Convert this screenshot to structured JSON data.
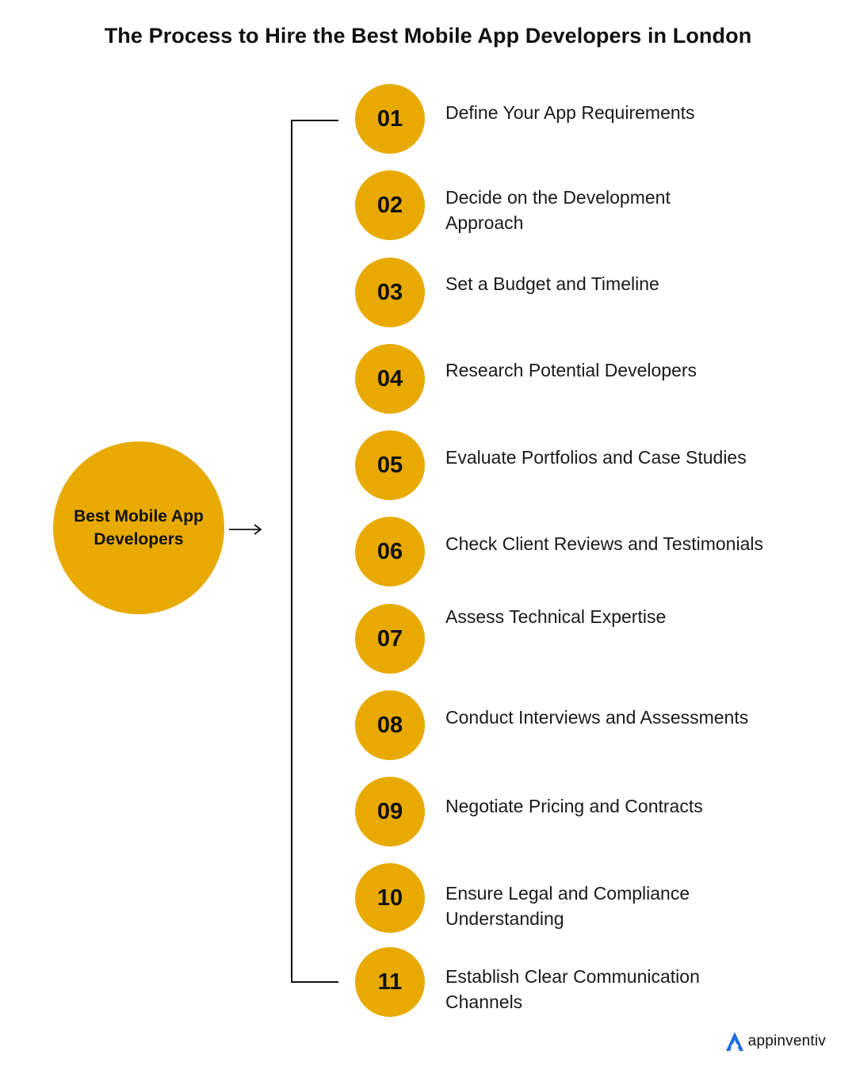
{
  "title": "The Process to Hire the Best Mobile App Developers in London",
  "hub": {
    "label": "Best Mobile App Developers"
  },
  "steps": [
    {
      "number": "01",
      "label": "Define Your App Requirements"
    },
    {
      "number": "02",
      "label": "Decide on the Development\nApproach"
    },
    {
      "number": "03",
      "label": "Set a Budget and Timeline"
    },
    {
      "number": "04",
      "label": "Research Potential Developers"
    },
    {
      "number": "05",
      "label": "Evaluate Portfolios and Case Studies"
    },
    {
      "number": "06",
      "label": "Check Client Reviews and Testimonials"
    },
    {
      "number": "07",
      "label": "Assess Technical Expertise"
    },
    {
      "number": "08",
      "label": "Conduct Interviews and Assessments"
    },
    {
      "number": "09",
      "label": "Negotiate Pricing and Contracts"
    },
    {
      "number": "10",
      "label": "Ensure Legal and Compliance\nUnderstanding"
    },
    {
      "number": "11",
      "label": "Establish Clear Communication\nChannels"
    }
  ],
  "brand": {
    "name": "appinventiv",
    "icon": "appinventiv-logo-icon"
  },
  "colors": {
    "accent": "#e8aa00",
    "text": "#111111",
    "logo": "#1f6fe5"
  }
}
